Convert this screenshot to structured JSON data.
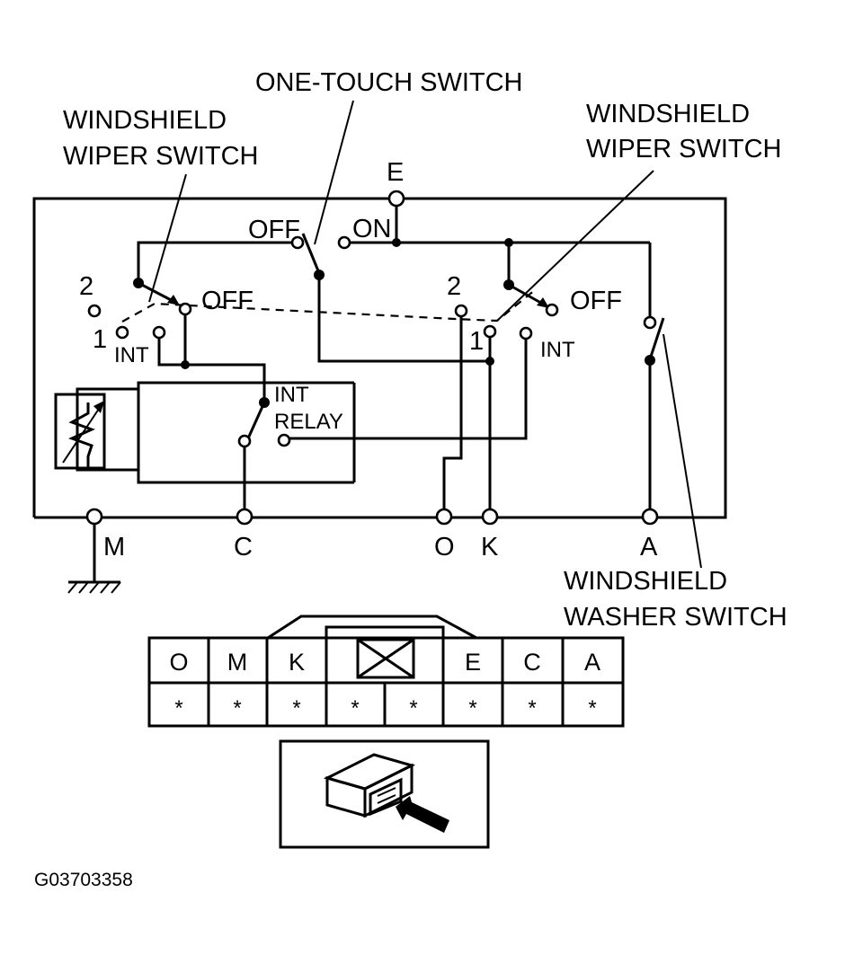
{
  "labels": {
    "one_touch_switch": "ONE-TOUCH SWITCH",
    "wiper_switch_left_line1": "WINDSHIELD",
    "wiper_switch_left_line2": "WIPER SWITCH",
    "wiper_switch_right_line1": "WINDSHIELD",
    "wiper_switch_right_line2": "WIPER SWITCH",
    "washer_switch_line1": "WINDSHIELD",
    "washer_switch_line2": "WASHER SWITCH",
    "int_relay_line1": "INT",
    "int_relay_line2": "RELAY",
    "reference_code": "G03703358"
  },
  "switch_positions": {
    "one_touch_off": "OFF",
    "one_touch_on": "ON",
    "left_pos2": "2",
    "left_pos1": "1",
    "left_off": "OFF",
    "left_int": "INT",
    "right_pos2": "2",
    "right_pos1": "1",
    "right_off": "OFF",
    "right_int": "INT"
  },
  "terminals": {
    "E": "E",
    "M": "M",
    "C": "C",
    "O": "O",
    "K": "K",
    "A": "A"
  },
  "connector": {
    "pins": [
      "O",
      "M",
      "K",
      "",
      "E",
      "C",
      "A"
    ],
    "cells": [
      "*",
      "*",
      "*",
      "*",
      "*",
      "*",
      "*",
      "*"
    ]
  }
}
